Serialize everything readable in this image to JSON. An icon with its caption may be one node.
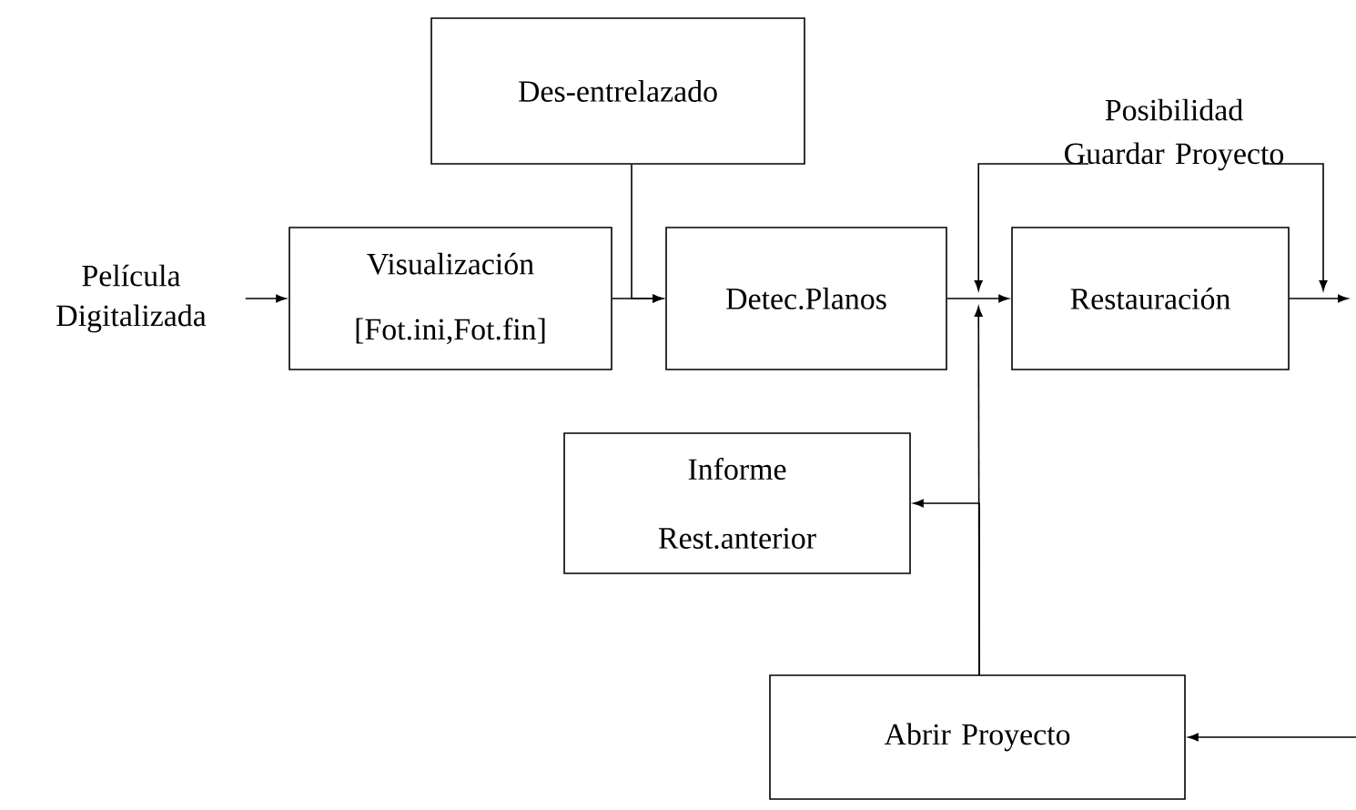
{
  "diagram": {
    "nodes": [
      {
        "text": [
          "Película Digitalizada"
        ]
      },
      {
        "text": [
          "Visualización [Fot.ini,Fot.fin]"
        ]
      },
      {
        "text": [
          "Des-entrelazado"
        ]
      },
      {
        "text": [
          "Detec.Planos"
        ]
      },
      {
        "text": [
          "Posibilidad Guardar Proyecto"
        ]
      },
      {
        "text": [
          "Restauración"
        ]
      },
      {
        "text": [
          "Informe Rest.anterior"
        ]
      },
      {
        "text": [
          "Abrir Proyecto"
        ]
      }
    ],
    "edges": [
      {
        "from": 0,
        "to": 1,
        "arrow": "to"
      },
      {
        "from": 1,
        "to": 3,
        "arrow": "to"
      },
      {
        "from": 2,
        "to": 3,
        "arrow": "to"
      },
      {
        "from": 3,
        "to": 5,
        "arrow": "to"
      },
      {
        "from": 4,
        "to": 5,
        "arrow": "to"
      },
      {
        "from": 7,
        "to": 5,
        "arrow": "to"
      },
      {
        "from": 7,
        "to": 6,
        "arrow": "to"
      },
      {
        "from": 4,
        "to": null,
        "arrow": "to"
      },
      {
        "from": 5,
        "to": null,
        "arrow": "to"
      },
      {
        "from": null,
        "to": 7,
        "arrow": "to"
      }
    ]
  }
}
